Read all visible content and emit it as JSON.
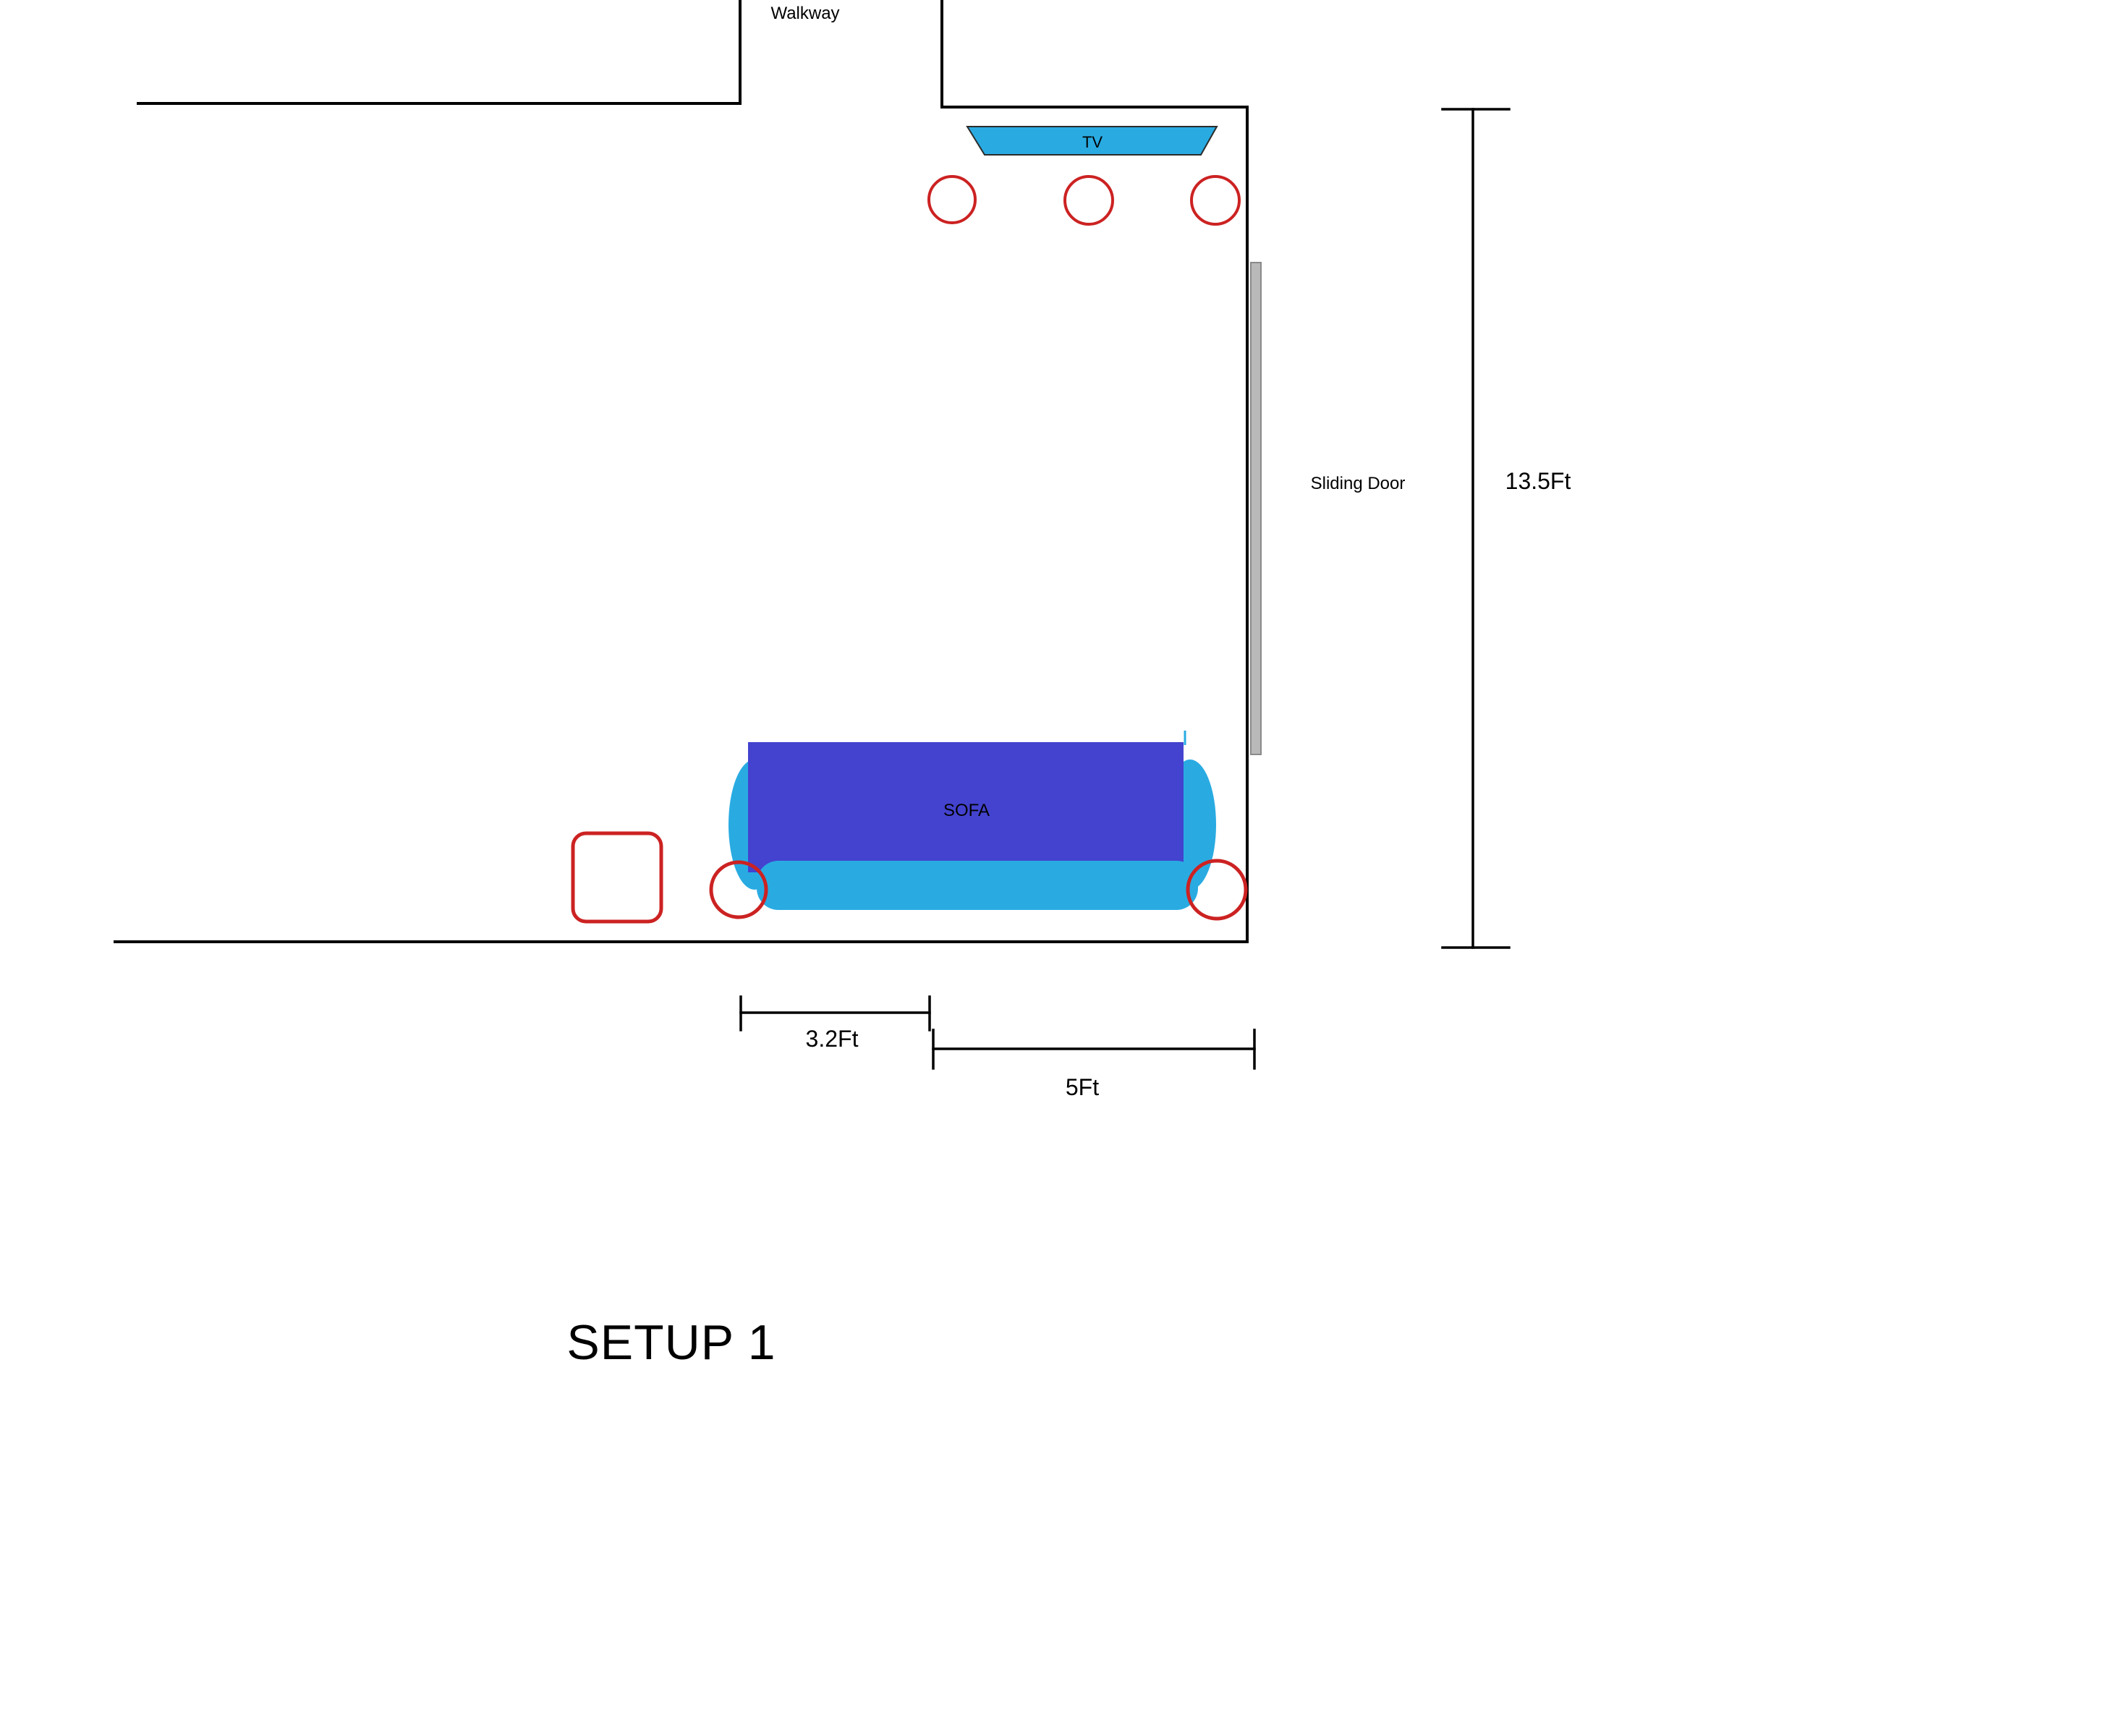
{
  "title": "SETUP 1",
  "room": {
    "walkway_label": "Walkway",
    "sliding_door_label": "Sliding Door",
    "height_dimension_label": "13.5Ft"
  },
  "furniture": {
    "tv_label": "TV",
    "sofa_label": "SOFA"
  },
  "floor_dimensions": {
    "left_span_label": "3.2Ft",
    "right_span_label": "5Ft"
  },
  "colors": {
    "wall": "#000000",
    "tv_fill": "#29abe2",
    "sofa_body": "#4343cf",
    "sofa_accent": "#29abe2",
    "marker_red": "#cc2222",
    "door_fill": "#b9b9b9"
  }
}
